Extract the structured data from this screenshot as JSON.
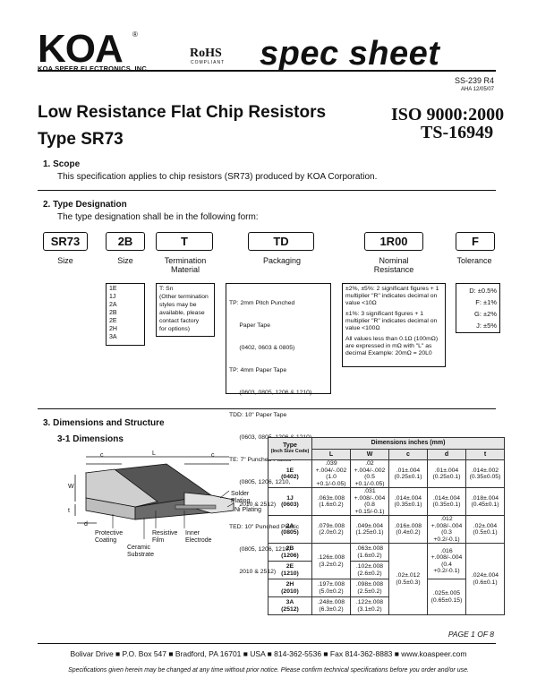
{
  "header": {
    "logo_text": "KOA",
    "logo_reg": "®",
    "company": "KOA SPEER ELECTRONICS, INC.",
    "rohs": "RoHS",
    "rohs_sub": "COMPLIANT",
    "spec_sheet": "spec sheet",
    "doc_number": "SS-239 R4",
    "doc_date": "AHA 12/05/07"
  },
  "title": {
    "line1": "Low Resistance Flat Chip Resistors",
    "line2": "Type SR73",
    "iso1": "ISO 9000:2000",
    "iso2": "TS-16949"
  },
  "scope": {
    "heading": "1.  Scope",
    "text": "This specification applies to chip resistors (SR73) produced by KOA Corporation."
  },
  "type_designation": {
    "heading": "2.  Type Designation",
    "text": "The type designation shall be in the following form:",
    "boxes": [
      {
        "code": "SR73",
        "label": "Size"
      },
      {
        "code": "2B",
        "label": "Size"
      },
      {
        "code": "T",
        "label": "Termination Material"
      },
      {
        "code": "TD",
        "label": "Packaging"
      },
      {
        "code": "1R00",
        "label": "Nominal Resistance"
      },
      {
        "code": "F",
        "label": "Tolerance"
      }
    ],
    "size_list": [
      "1E",
      "1J",
      "2A",
      "2B",
      "2E",
      "2H",
      "3A"
    ],
    "termination": [
      "T: Sn",
      "(Other termination",
      "styles may be",
      "available, please",
      "contact factory",
      "for options)"
    ],
    "packaging": [
      "TP: 2mm Pitch Punched",
      "      Paper Tape",
      "      (0402, 0603 & 0805)",
      "TP: 4mm Paper Tape",
      "      (0603, 0805, 1206 & 1210)",
      "TDD: 10\" Paper Tape",
      "      (0603, 0805, 1206 & 1210)",
      "TE: 7\" Punched Plastic",
      "      (0805, 1206, 1210,",
      "      2010 & 2512)",
      "TED: 10\" Punched Plastic",
      "      (0805, 1206, 1210,",
      "      2010 & 2512)"
    ],
    "resistance": [
      "±2%, ±5%: 2 significant figures + 1 multiplier \"R\" indicates decimal on value <10Ω",
      "±1%: 3 significant figures + 1 multiplier \"R\" indicates decimal on value <100Ω",
      "All values less than 0.1Ω (100mΩ) are expressed in mΩ with \"L\" as decimal Example: 20mΩ = 20L0"
    ],
    "tolerance": [
      "D: ±0.5%",
      "F: ±1%",
      "G: ±2%",
      "J: ±5%"
    ]
  },
  "dimensions": {
    "heading": "3.  Dimensions and Structure",
    "sub": "3-1 Dimensions",
    "diagram_labels": {
      "c": "c",
      "L": "L",
      "W": "W",
      "t": "t",
      "d": "d",
      "solder": "Solder Plating",
      "ni": "Ni Plating",
      "protective": "Protective Coating",
      "resistive": "Resistive Film",
      "inner": "Inner Electrode",
      "ceramic": "Ceramic Substrate"
    },
    "table": {
      "type_head": "Type",
      "type_sub": "(Inch Size Code)",
      "dim_head": "Dimensions inches (mm)",
      "cols": [
        "L",
        "W",
        "c",
        "d",
        "t"
      ],
      "rows": [
        {
          "type": "1E",
          "inch": "(0402)",
          "L": ".039 +.004/-.002 (1.0 +0.1/-0.05)",
          "W": ".02 +.004/-.002 (0.5 +0.1/-0.05)",
          "c": ".01±.004 (0.25±0.1)",
          "d": ".01±.004 (0.25±0.1)",
          "t": ".014±.002 (0.35±0.05)"
        },
        {
          "type": "1J",
          "inch": "(0603)",
          "L": ".063±.008 (1.6±0.2)",
          "W": ".031 +.008/-.004 (0.8 +0.15/-0.1)",
          "c": ".014±.004 (0.35±0.1)",
          "d": ".014±.004 (0.35±0.1)",
          "t": ".018±.004 (0.45±0.1)"
        },
        {
          "type": "2A",
          "inch": "(0805)",
          "L": ".079±.008 (2.0±0.2)",
          "W": ".049±.004 (1.25±0.1)",
          "c": ".016±.008 (0.4±0.2)",
          "d": ".012 +.008/-.004 (0.3 +0.2/-0.1)",
          "t": ".02±.004 (0.5±0.1)"
        },
        {
          "type": "2B",
          "inch": "(1206)",
          "L": ".126±.008 (3.2±0.2)",
          "W": ".063±.008 (1.6±0.2)",
          "c": ".02±.012 (0.5±0.3)",
          "d": ".016 +.008/-.004 (0.4 +0.2/-0.1)",
          "t": ".024±.004 (0.6±0.1)"
        },
        {
          "type": "2E",
          "inch": "(1210)",
          "L": "",
          "W": ".102±.008 (2.6±0.2)",
          "c": "",
          "d": "",
          "t": ""
        },
        {
          "type": "2H",
          "inch": "(2010)",
          "L": ".197±.008 (5.0±0.2)",
          "W": ".098±.008 (2.5±0.2)",
          "c": "",
          "d": ".025±.005 (0.65±0.15)",
          "t": ""
        },
        {
          "type": "3A",
          "inch": "(2512)",
          "L": ".248±.008 (6.3±0.2)",
          "W": ".122±.008 (3.1±0.2)",
          "c": "",
          "d": "",
          "t": ""
        }
      ]
    }
  },
  "footer": {
    "page": "PAGE 1 OF 8",
    "address": "Bolivar Drive ■ P.O. Box 547 ■ Bradford, PA 16701 ■ USA ■ 814-362-5536 ■ Fax 814-362-8883 ■ www.koaspeer.com",
    "note": "Specifications given herein may be changed at any time without prior notice. Please confirm technical specifications before you order and/or use."
  },
  "colors": {
    "ink": "#111111",
    "body_fill": "#4a4a4a",
    "plating": "#bdbdbd",
    "table_head": "#e6e6e6"
  }
}
